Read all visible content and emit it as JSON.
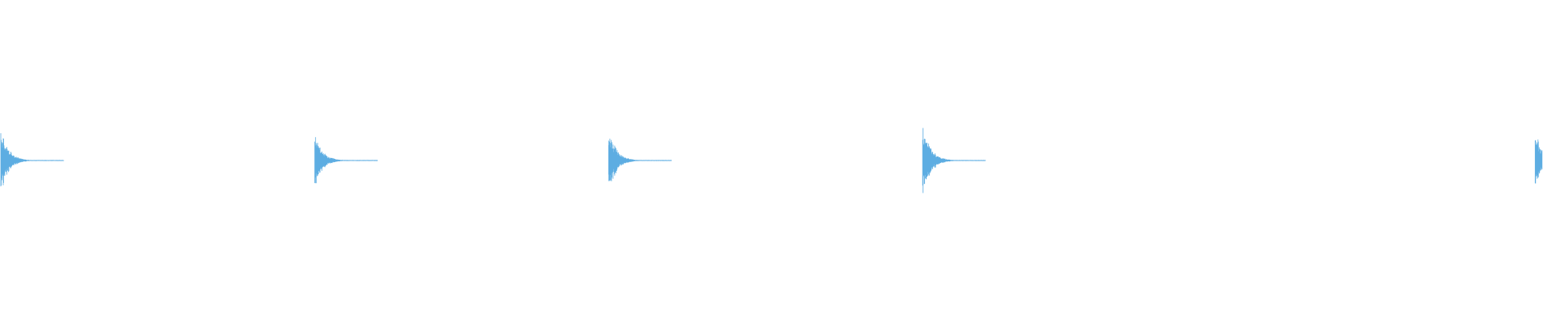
{
  "waveform": {
    "color": "#5dade2",
    "background": "#ffffff",
    "hits": [
      {
        "time": 0.0,
        "peak": 0.8
      },
      {
        "time": 0.204,
        "peak": 0.67
      },
      {
        "time": 0.395,
        "peak": 0.83
      },
      {
        "time": 0.599,
        "peak": 1.0
      },
      {
        "time": 0.997,
        "peak": 0.72
      }
    ]
  }
}
